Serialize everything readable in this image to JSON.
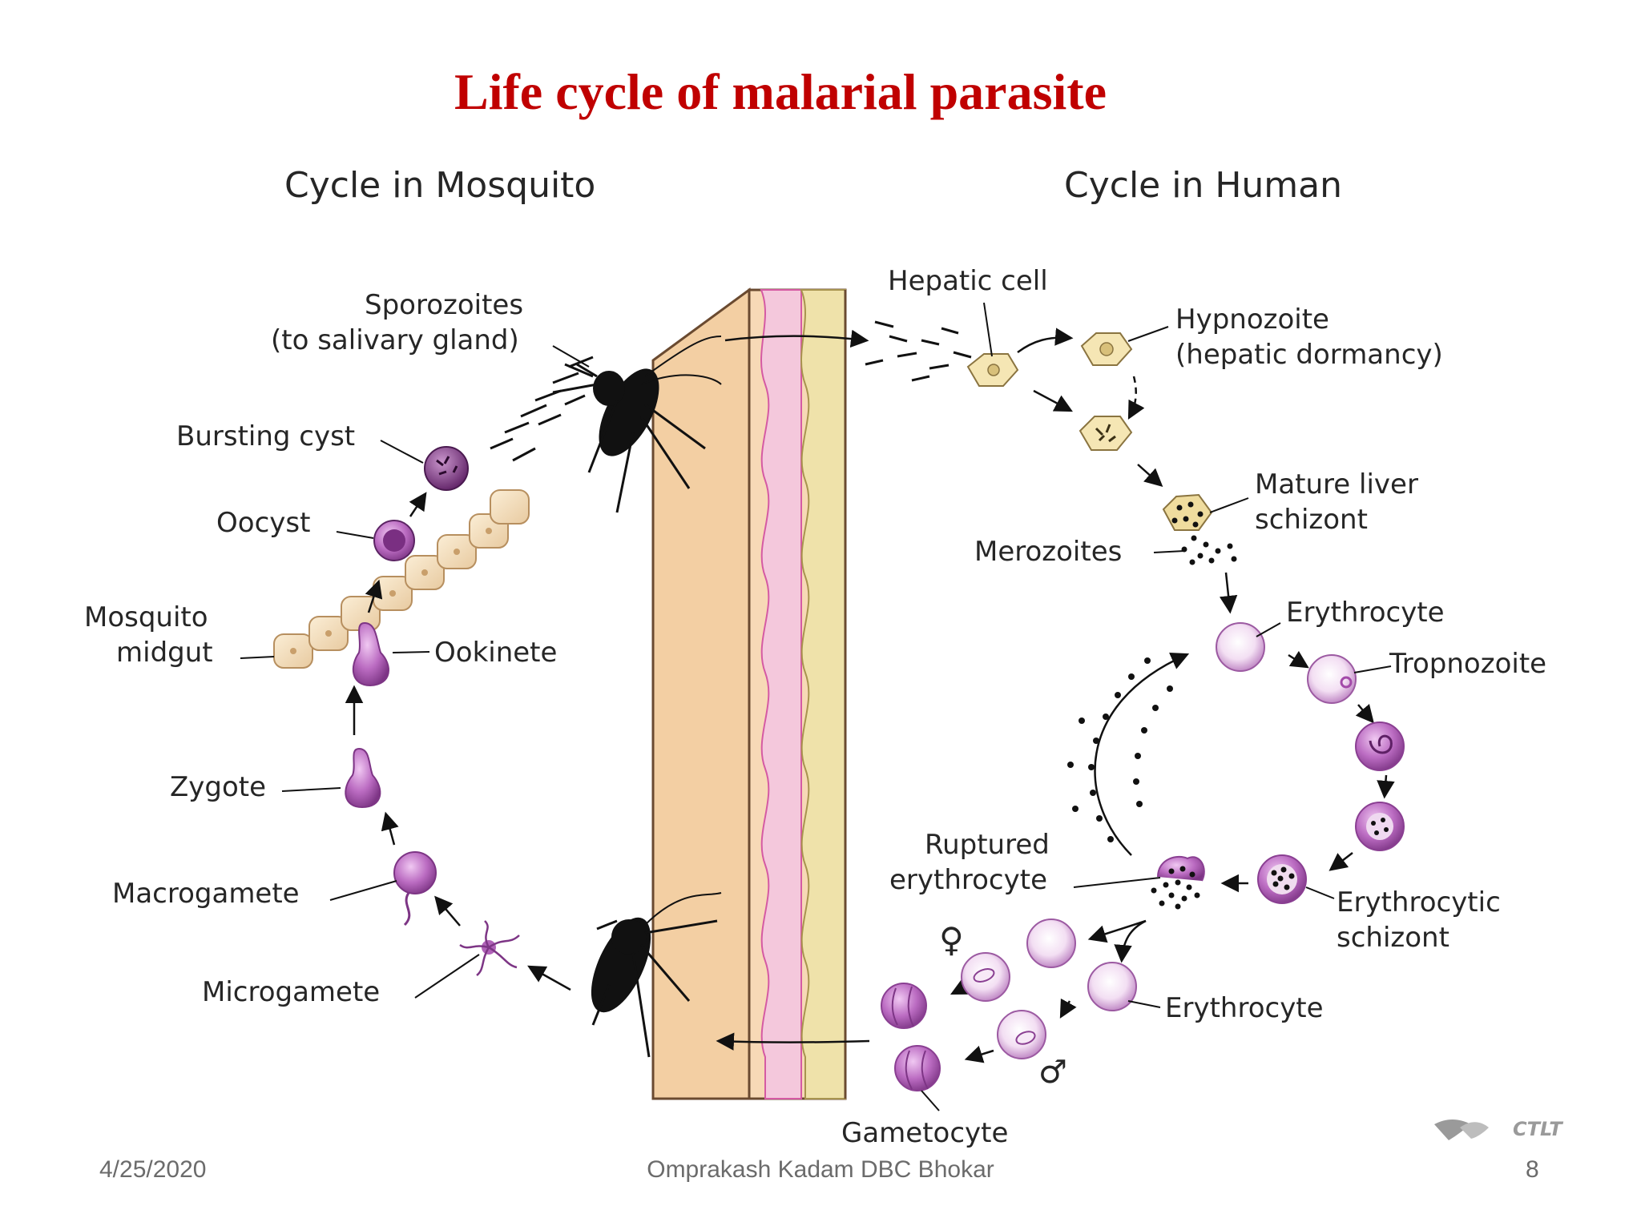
{
  "title": "Life cycle of malarial parasite",
  "headings": {
    "mosquito": "Cycle in Mosquito",
    "human": "Cycle in Human"
  },
  "labels": {
    "sporozoites": "Sporozoites",
    "to_salivary_gland": "(to salivary gland)",
    "bursting_cyst": "Bursting cyst",
    "oocyst": "Oocyst",
    "mosquito": "Mosquito",
    "midgut": "midgut",
    "ookinete": "Ookinete",
    "zygote": "Zygote",
    "macrogamete": "Macrogamete",
    "microgamete": "Microgamete",
    "hepatic_cell": "Hepatic cell",
    "hypnozoite": "Hypnozoite",
    "hepatic_dormancy": "(hepatic dormancy)",
    "mature_liver": "Mature liver",
    "schizont": "schizont",
    "merozoites": "Merozoites",
    "erythrocyte_top": "Erythrocyte",
    "tropnozoite": "Tropnozoite",
    "ruptured": "Ruptured",
    "erythrocyte_word": "erythrocyte",
    "erythrocytic": "Erythrocytic",
    "erythrocytic_schizont": "schizont",
    "erythrocyte_bottom": "Erythrocyte",
    "gametocyte": "Gametocyte",
    "female_symbol": "♀",
    "male_symbol": "♂"
  },
  "logo_text": "CTLT",
  "footer": {
    "date": "4/25/2020",
    "author": "Omprakash Kadam DBC Bhokar",
    "page": "8"
  },
  "colors": {
    "title": "#c00000",
    "parasite_purple": "#b062b8",
    "skin": "#f3cfa3",
    "dermis_pink": "#f4c8dc",
    "fat_yellow": "#efe2aa"
  }
}
